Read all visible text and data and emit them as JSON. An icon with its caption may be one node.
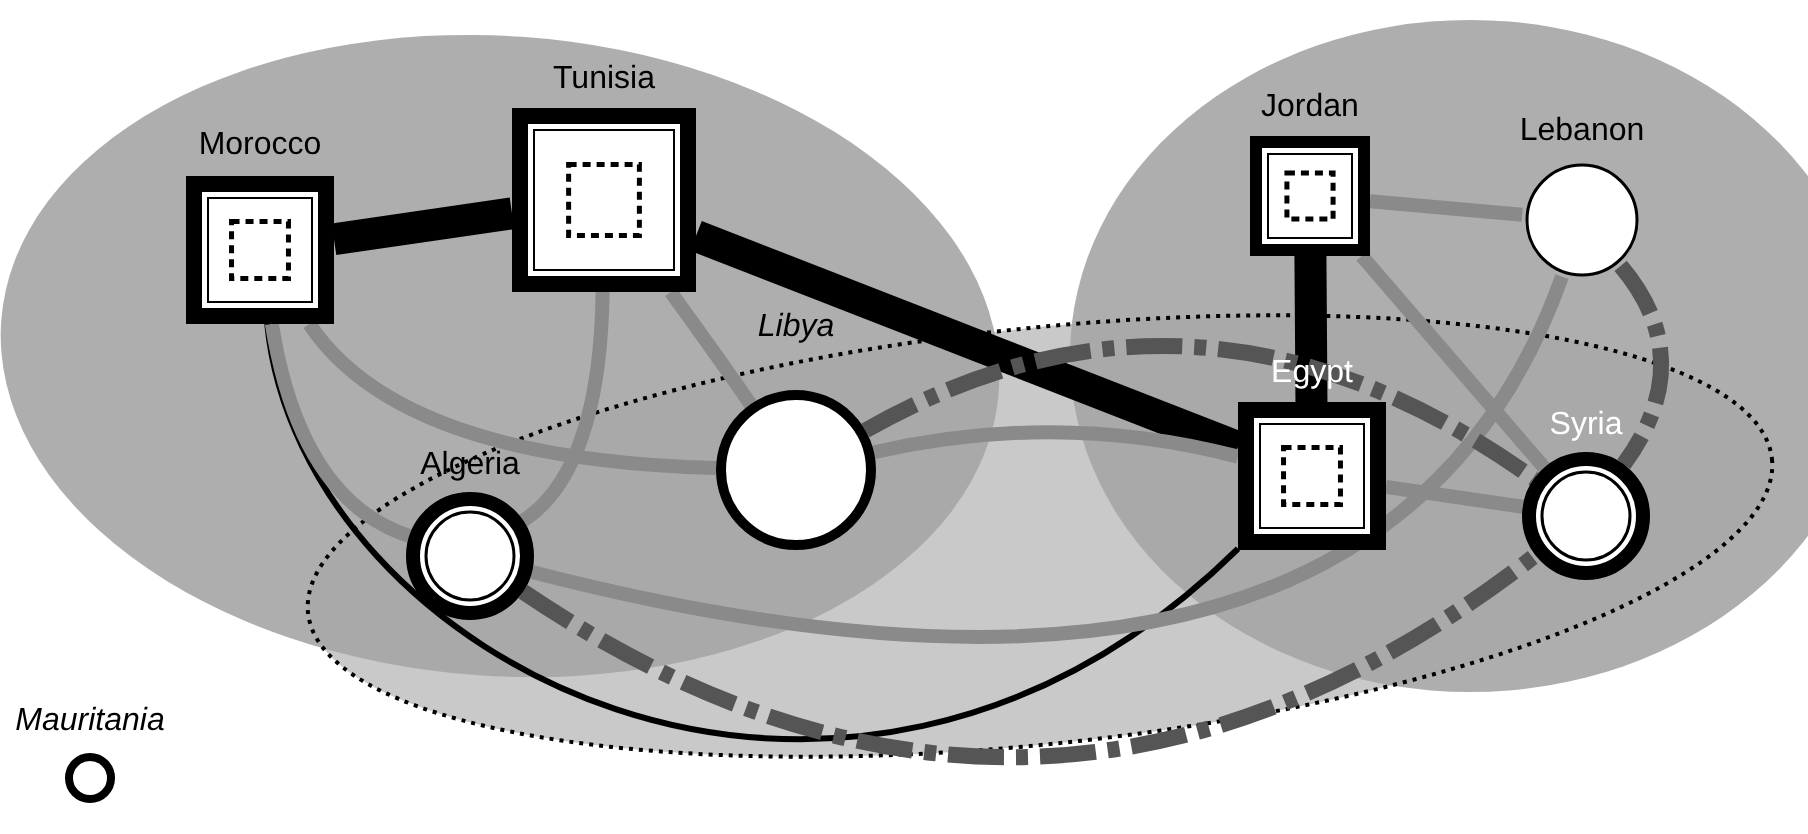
{
  "diagram": {
    "nodes": [
      {
        "text": [
          "Morocco"
        ]
      },
      {
        "text": [
          "Tunisia"
        ]
      },
      {
        "text": [
          "Jordan"
        ]
      },
      {
        "text": [
          "Lebanon"
        ]
      },
      {
        "text": [
          "Libya"
        ]
      },
      {
        "text": [
          "Egypt"
        ]
      },
      {
        "text": [
          "Algeria"
        ]
      },
      {
        "text": [
          "Syria"
        ]
      },
      {
        "text": [
          "Mauritania"
        ]
      }
    ],
    "edges": [
      {
        "from": 0,
        "to": 1,
        "arrow": "none",
        "style": "thick",
        "color": "#000000"
      },
      {
        "from": 1,
        "to": 5,
        "arrow": "none",
        "style": "thick",
        "color": "#000000"
      },
      {
        "from": 2,
        "to": 5,
        "arrow": "none",
        "style": "thick",
        "color": "#000000"
      },
      {
        "from": 0,
        "to": 5,
        "arrow": "none",
        "color": "#000000"
      },
      {
        "from": 0,
        "to": 6,
        "arrow": "none"
      },
      {
        "from": 0,
        "to": 4,
        "arrow": "none"
      },
      {
        "from": 1,
        "to": 6,
        "arrow": "none"
      },
      {
        "from": 1,
        "to": 4,
        "arrow": "none"
      },
      {
        "from": 4,
        "to": 5,
        "arrow": "none"
      },
      {
        "from": 6,
        "to": 3,
        "arrow": "none"
      },
      {
        "from": 2,
        "to": 3,
        "arrow": "none"
      },
      {
        "from": 2,
        "to": 7,
        "arrow": "none"
      },
      {
        "from": 5,
        "to": 7,
        "arrow": "none"
      },
      {
        "from": 4,
        "to": 7,
        "arrow": "none",
        "style": "dashed",
        "color": "#555555"
      },
      {
        "from": 6,
        "to": 7,
        "arrow": "none",
        "style": "dashed",
        "color": "#555555"
      },
      {
        "from": 3,
        "to": 7,
        "arrow": "none",
        "style": "dashed",
        "color": "#555555"
      }
    ]
  }
}
